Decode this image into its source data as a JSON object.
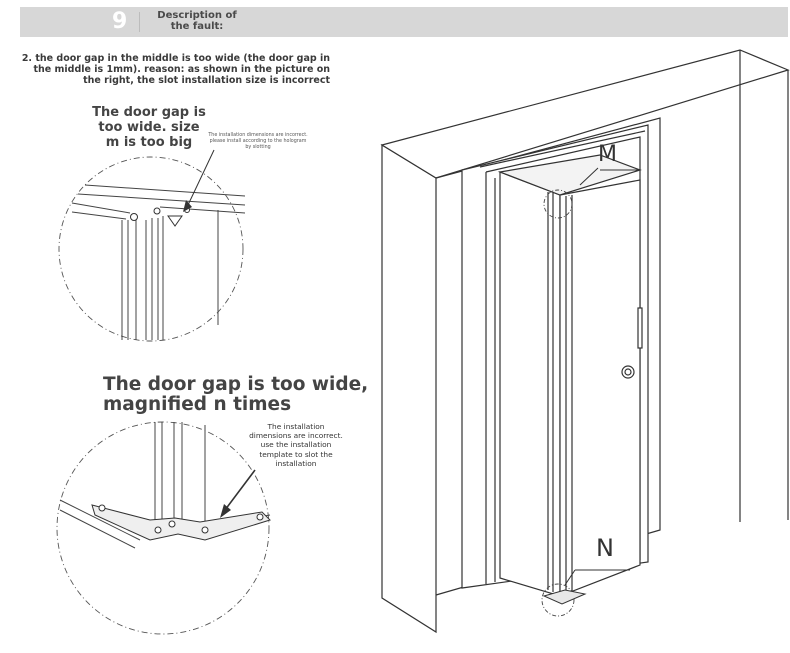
{
  "header": {
    "step_number": "9",
    "title": "Description of the fault:"
  },
  "fault_description": "2. the door gap in the middle is too wide (the door gap in the middle is 1mm). reason: as shown in the picture on the right, the slot installation size is incorrect",
  "detail_top": {
    "callout": "The door gap is too wide. size m is too big",
    "note": "The installation dimensions are incorrect. please install according to the hologram by slotting"
  },
  "detail_bottom": {
    "callout": "The door gap is too wide, magnified n times",
    "note": "The installation dimensions are incorrect. use the installation template to slot the installation"
  },
  "door_labels": {
    "m": "M",
    "n": "N"
  }
}
